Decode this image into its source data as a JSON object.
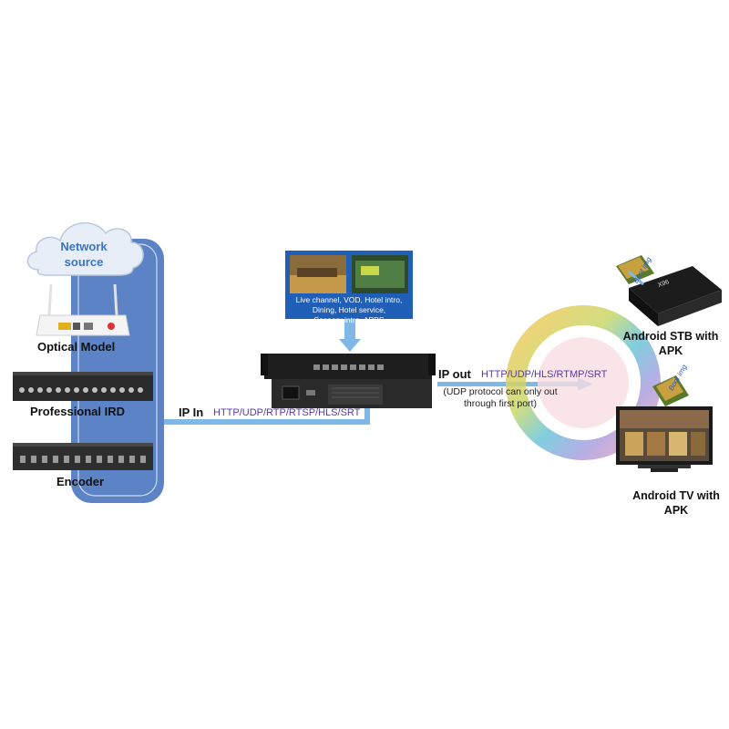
{
  "cloud": {
    "label": "Network\nsource"
  },
  "sources": [
    {
      "label": "Optical Model"
    },
    {
      "label": "Professional IRD"
    },
    {
      "label": "Encoder"
    }
  ],
  "ip_in": {
    "label": "IP In",
    "protocols": "HTTP/UDP/RTP/RTSP/HLS/SRT"
  },
  "screen_box": {
    "text": "Live channel, VOD, Hotel intro,\nDining, Hotel service,\nScenery intro, APPS"
  },
  "ip_out": {
    "label": "IP out",
    "protocols": "HTTP/UDP/HLS/RTMP/SRT",
    "note": "(UDP protocol can only out\nthrough first port)"
  },
  "stb": {
    "label": "Android STB with\nAPK",
    "boot_label": "Boot img",
    "box_brand": "X96"
  },
  "tv": {
    "label": "Android TV with\nAPK",
    "boot_label": "Boot img"
  },
  "colors": {
    "panel": "#5b83c5",
    "arrow": "#7fb8e6",
    "cloud_text": "#3b74c6",
    "protocol": "#5a3aa8"
  }
}
